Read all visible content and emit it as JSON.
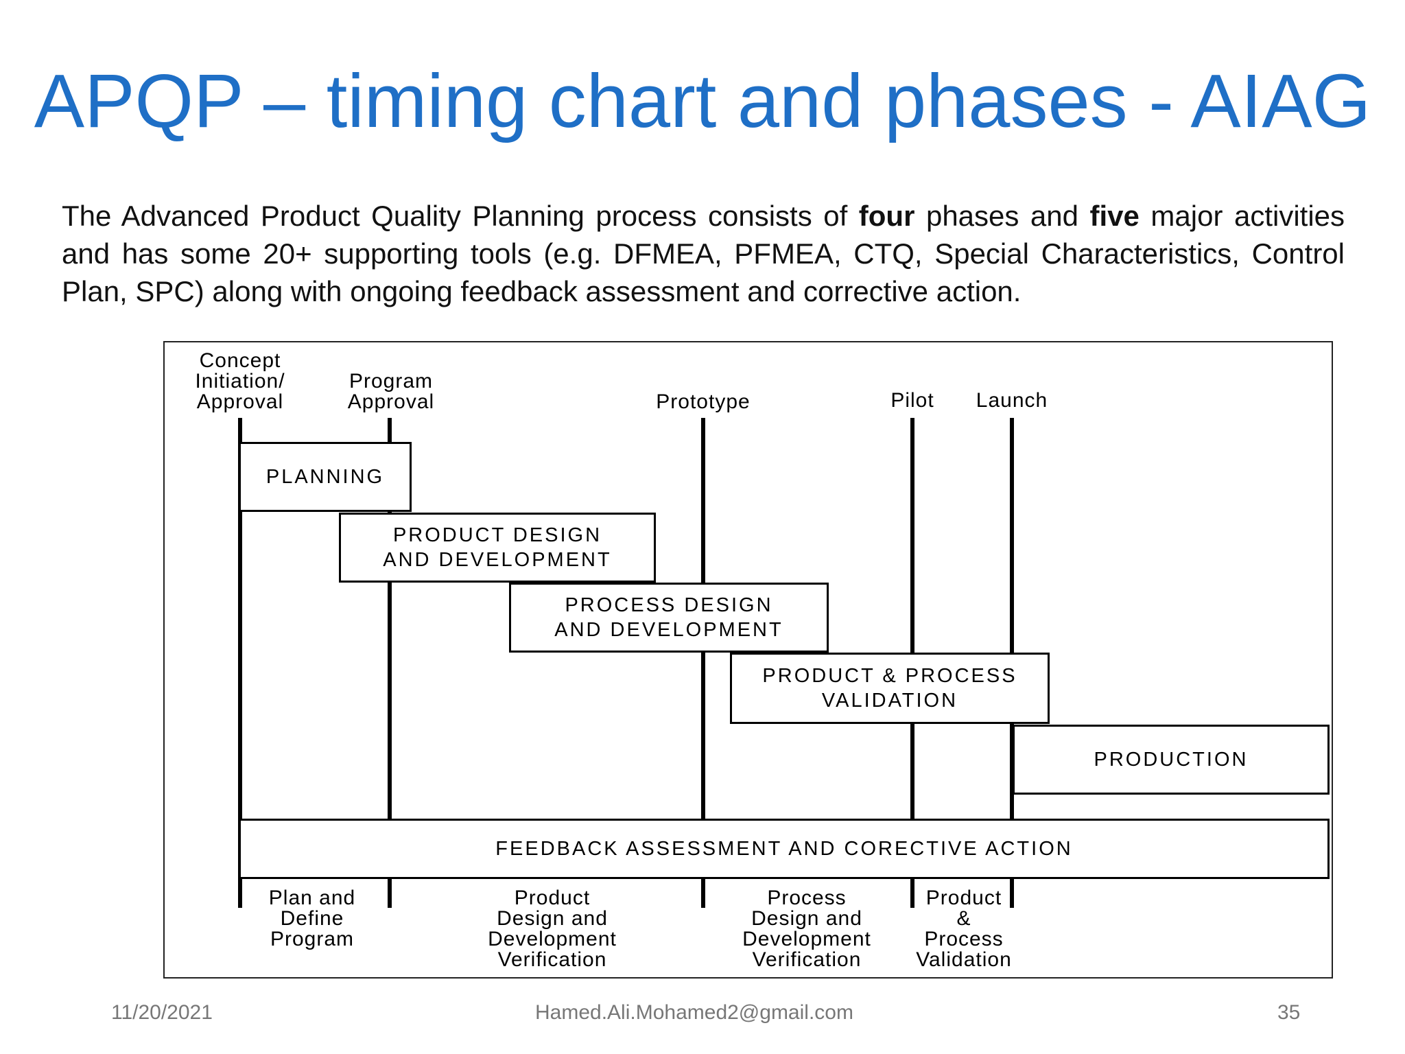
{
  "title": "APQP – timing chart and phases - AIAG",
  "intro": {
    "part1": "The Advanced Product Quality Planning process consists of ",
    "bold1": "four",
    "part2": " phases and ",
    "bold2": "five",
    "part3": " major activities and has some 20+ supporting tools (e.g. DFMEA, PFMEA, CTQ, Special Characteristics, Control Plan, SPC) along with ongoing feedback assessment and corrective action."
  },
  "diagram": {
    "milestones": [
      "Concept\nInitiation/\nApproval",
      "Program\nApproval",
      "Prototype",
      "Pilot",
      "Launch"
    ],
    "phases": [
      "PLANNING",
      "PRODUCT DESIGN\nAND DEVELOPMENT",
      "PROCESS DESIGN\nAND DEVELOPMENT",
      "PRODUCT & PROCESS\nVALIDATION",
      "PRODUCTION"
    ],
    "feedback": "FEEDBACK ASSESSMENT AND CORECTIVE ACTION",
    "activities": [
      "Plan and\nDefine\nProgram",
      "Product\nDesign and\nDevelopment\nVerification",
      "Process\nDesign and\nDevelopment\nVerification",
      "Product\n&\nProcess\nValidation"
    ]
  },
  "footer": {
    "date": "11/20/2021",
    "email": "Hamed.Ali.Mohamed2@gmail.com",
    "page": "35"
  }
}
